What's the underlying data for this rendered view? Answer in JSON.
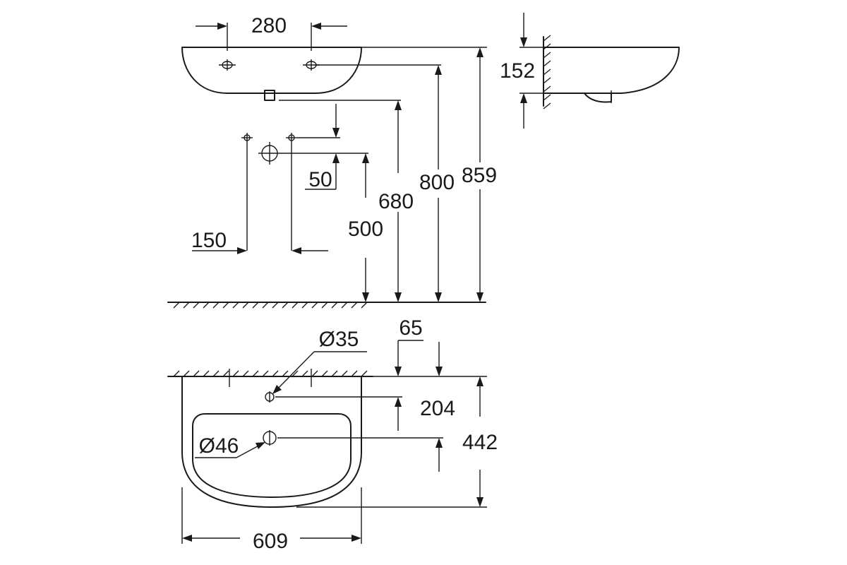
{
  "dimensions": {
    "tap_hole_spacing": "280",
    "side_depth": "152",
    "supply_spacing": "150",
    "waste_offset": "50",
    "waste_height": "500",
    "supply_height": "680",
    "rim_fix_height": "800",
    "top_height": "859",
    "tap_hole_diameter": "Ø35",
    "tap_hole_offset": "65",
    "drain_diameter": "Ø46",
    "drain_offset": "204",
    "basin_depth": "442",
    "basin_width": "609"
  }
}
